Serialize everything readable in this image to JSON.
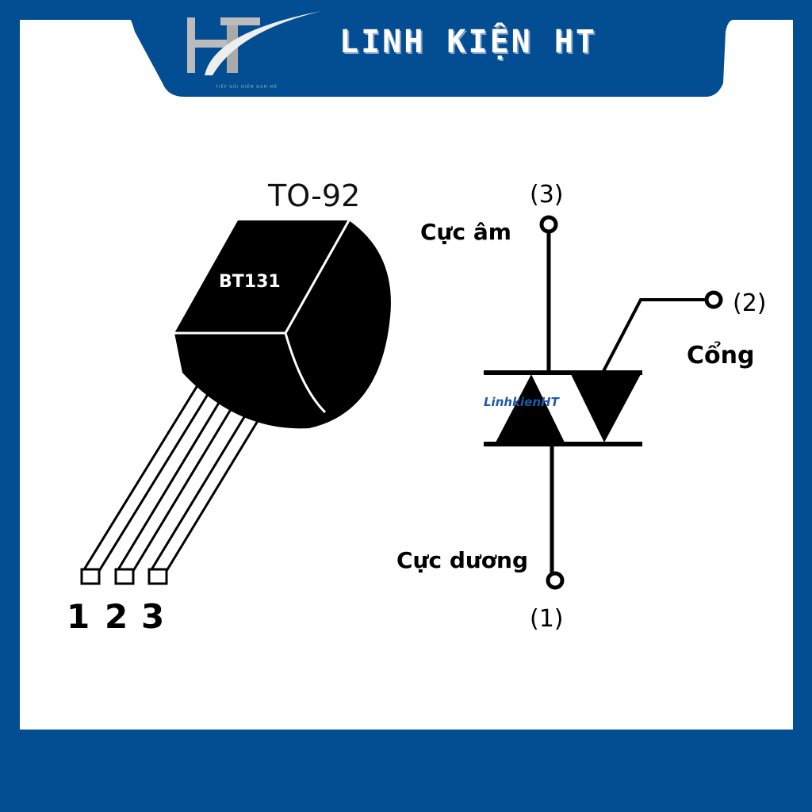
{
  "header": {
    "brand": "LINH KIỆN HT",
    "logo_letters": "HT",
    "tagline": "TIẾP NỐI NIỀM ĐAM MÊ"
  },
  "colors": {
    "brand_blue": "#034e93",
    "package": "#000000"
  },
  "package": {
    "name": "TO-92",
    "marking": "BT131",
    "pins": [
      "1",
      "2",
      "3"
    ]
  },
  "symbol": {
    "pin3": "(3)",
    "pin3_label": "Cực âm",
    "pin2": "(2)",
    "pin2_label": "Cổng",
    "pin1": "(1)",
    "pin1_label": "Cực dương",
    "watermark": "LinhkienHT"
  }
}
